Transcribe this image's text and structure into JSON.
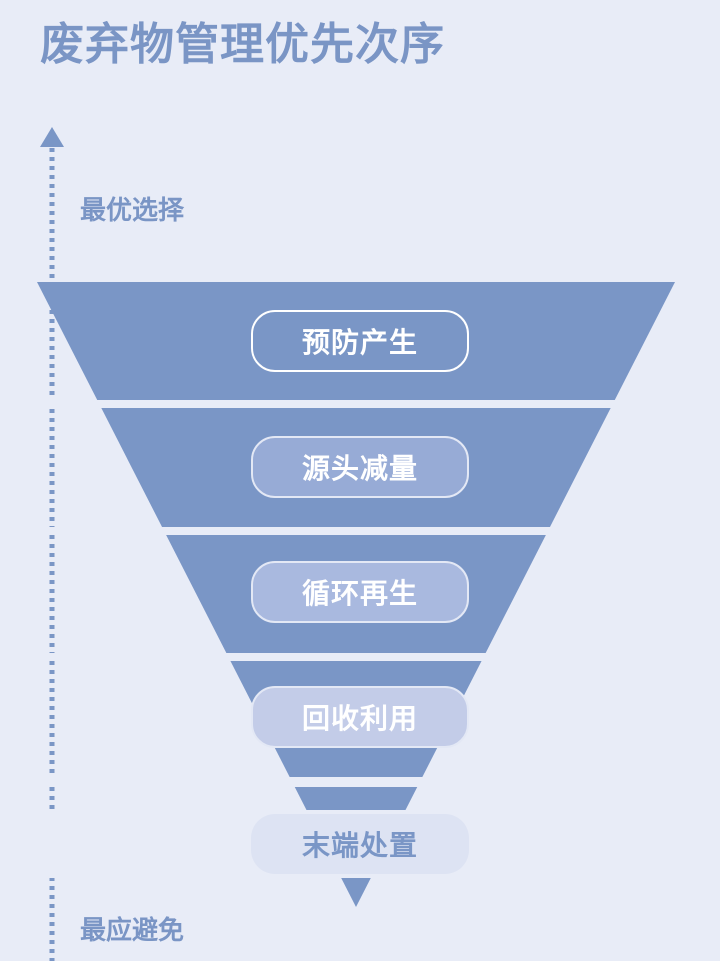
{
  "title": "废弃物管理优先次序",
  "axis": {
    "top_label": "最优选择",
    "bottom_label": "最应避免"
  },
  "levels": [
    {
      "label": "预防产生",
      "fill": "#7a96c6",
      "text": "#ffffff"
    },
    {
      "label": "源头减量",
      "fill": "#97abd6",
      "text": "#ffffff"
    },
    {
      "label": "循环再生",
      "fill": "#a9b9df",
      "text": "#ffffff"
    },
    {
      "label": "回收利用",
      "fill": "#c3cce8",
      "text": "#ffffff"
    },
    {
      "label": "末端处置",
      "fill": "#dde3f3",
      "text": "#7a96c6"
    }
  ],
  "colors": {
    "funnel": "#7a96c6",
    "background": "#e8ecf7",
    "accent": "#7a95c5"
  }
}
